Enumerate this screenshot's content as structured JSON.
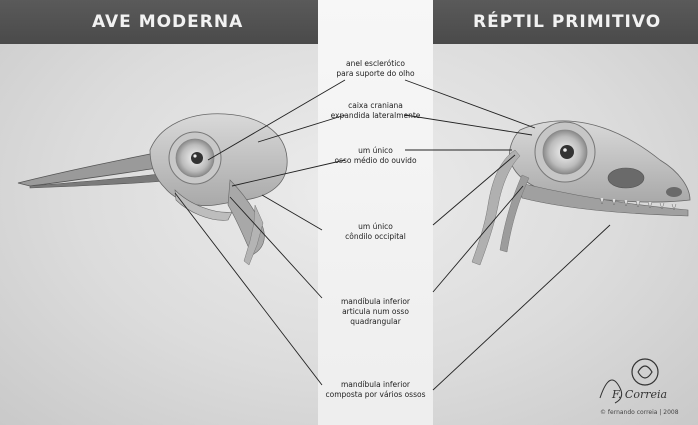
{
  "header": {
    "left_title": "AVE MODERNA",
    "right_title": "RÉPTIL PRIMITIVO"
  },
  "labels": [
    {
      "lines": [
        "anel esclerótico",
        "para suporte do olho"
      ]
    },
    {
      "lines": [
        "caixa craniana",
        "expandida lateralmente"
      ]
    },
    {
      "lines": [
        "um único",
        "osso médio do ouvido"
      ]
    },
    {
      "lines": [
        "um único",
        "côndilo occipital"
      ]
    },
    {
      "lines": [
        "mandíbula inferior",
        "articula num osso",
        "quadrangular"
      ]
    },
    {
      "lines": [
        "mandíbula inferior",
        "composta por vários ossos"
      ]
    }
  ],
  "signature": {
    "script_text": "F. Correia",
    "credit": "© fernando correia | 2008"
  }
}
